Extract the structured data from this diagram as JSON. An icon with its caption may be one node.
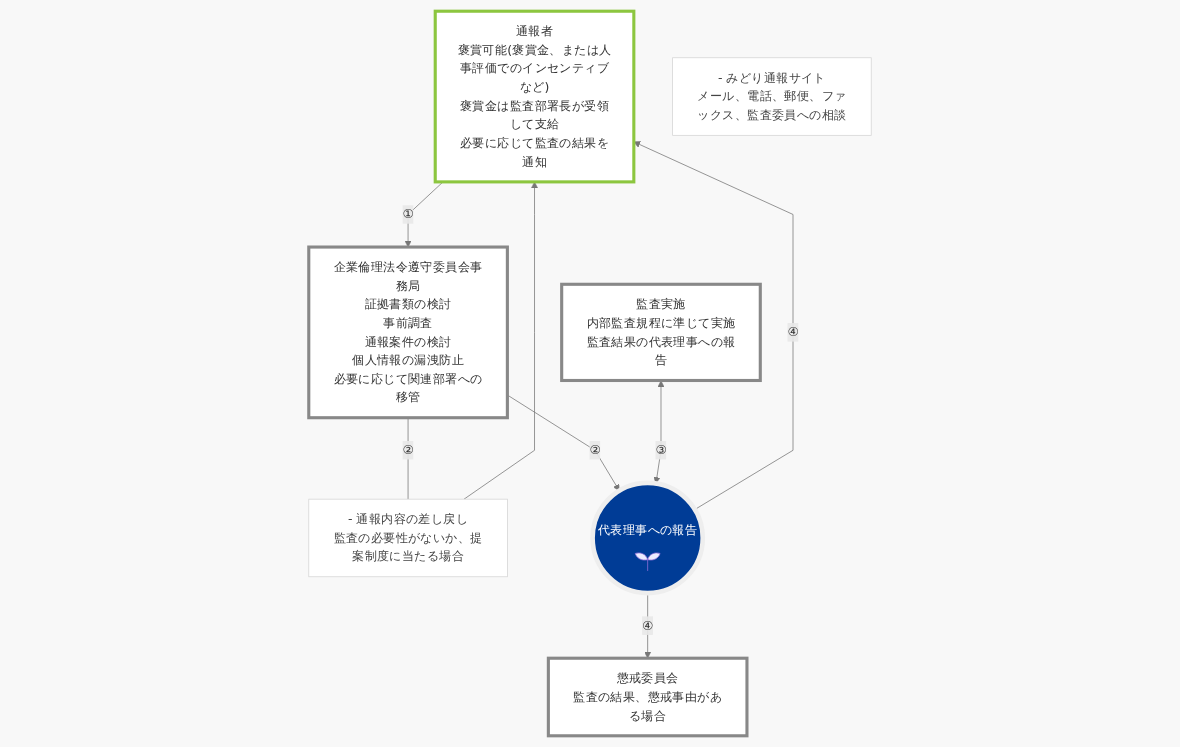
{
  "diagram": {
    "nodes": [
      {
        "text": [
          "通報者",
          "褒賞可能(褒賞金、または人事評価でのインセンティブなど)",
          "褒賞金は監査部署長が受領して支給",
          "必要に応じて監査の結果を通知"
        ]
      },
      {
        "text": [
          "- 通報内容の差し戻し",
          "監査の必要性がないか、提案制度に当たる場合"
        ]
      },
      {
        "text": [
          "企業倫理法令遵守委員会事務局",
          "証拠書類の検討",
          "事前調査",
          "通報案件の検討",
          "個人情報の漏洩防止",
          "必要に応じて関連部署への移管"
        ]
      },
      {
        "text": [
          "- みどり通報サイト",
          "メール、電話、郵便、ファックス、監査委員への相談"
        ]
      },
      {
        "text": [
          "代表理事への報告"
        ]
      },
      {
        "text": [
          "懲戒委員会",
          "監査の結果、懲戒事由がある場合"
        ]
      },
      {
        "text": [
          "監査実施",
          "内部監査規程に準じて実施",
          "監査結果の代表理事への報告"
        ]
      }
    ],
    "edges": [
      {
        "from": 0,
        "to": 2,
        "label": "①",
        "arrow": "to"
      },
      {
        "from": 2,
        "to": 1,
        "label": "②",
        "arrow": "none"
      },
      {
        "from": 1,
        "to": 0,
        "arrow": "to"
      },
      {
        "from": 2,
        "to": 4,
        "label": "②",
        "arrow": "to"
      },
      {
        "from": 4,
        "to": 0,
        "label": "④",
        "arrow": "to"
      },
      {
        "from": 4,
        "to": 5,
        "label": "④",
        "arrow": "to"
      },
      {
        "from": 6,
        "to": 4,
        "label": "③",
        "arrow": "both"
      }
    ]
  }
}
